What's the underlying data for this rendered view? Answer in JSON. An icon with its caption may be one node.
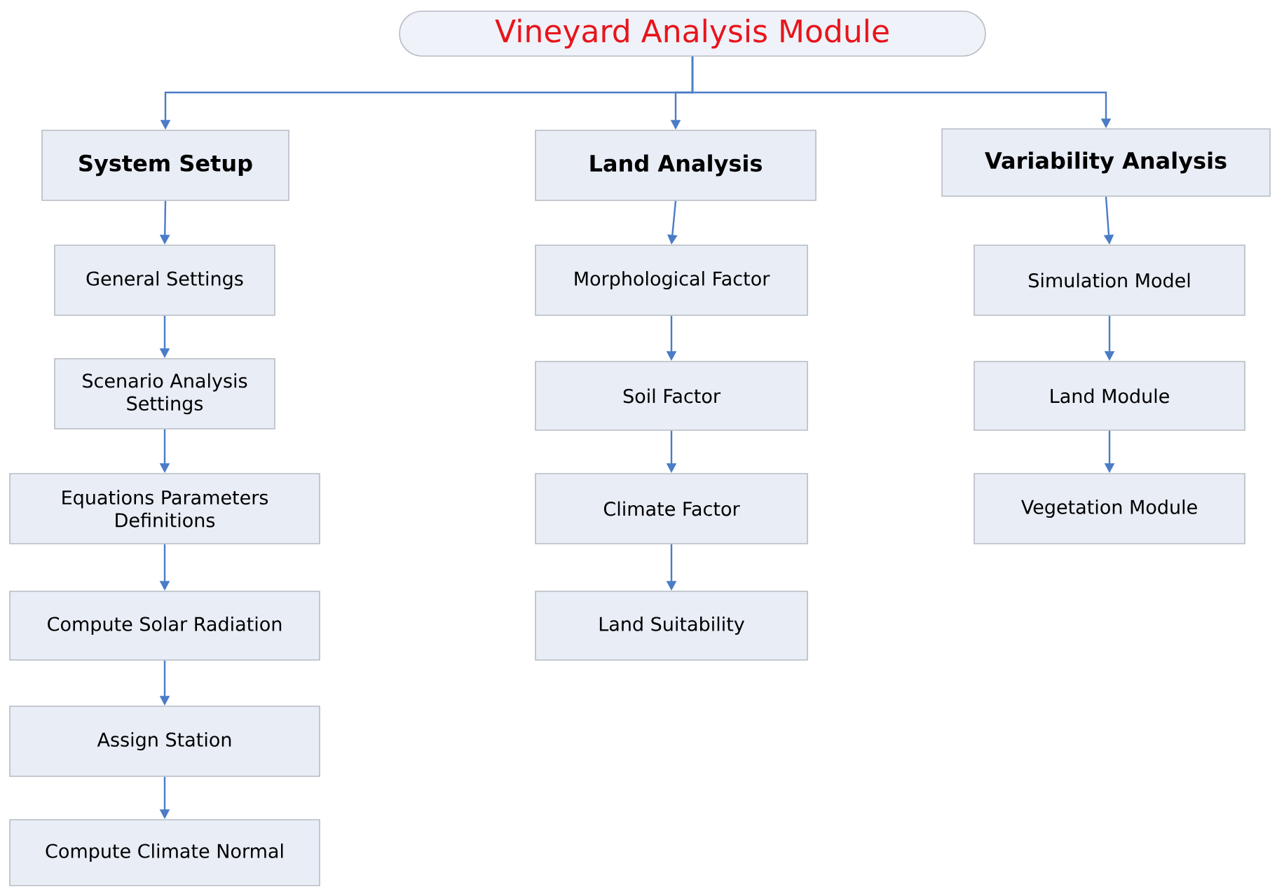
{
  "diagram": {
    "title": "Vineyard Analysis Module",
    "nodes": [
      {
        "text": [
          "System Setup"
        ]
      },
      {
        "text": [
          "Land Analysis"
        ]
      },
      {
        "text": [
          "Variability Analysis"
        ]
      },
      {
        "text": [
          "General Settings"
        ]
      },
      {
        "text": [
          "Scenario Analysis Settings"
        ]
      },
      {
        "text": [
          "Equations Parameters Definitions"
        ]
      },
      {
        "text": [
          "Compute Solar Radiation"
        ]
      },
      {
        "text": [
          "Assign Station"
        ]
      },
      {
        "text": [
          "Compute Climate Normal"
        ]
      },
      {
        "text": [
          "Morphological Factor"
        ]
      },
      {
        "text": [
          "Soil Factor"
        ]
      },
      {
        "text": [
          "Climate Factor"
        ]
      },
      {
        "text": [
          "Land Suitability"
        ]
      },
      {
        "text": [
          "Simulation Model"
        ]
      },
      {
        "text": [
          "Land Module"
        ]
      },
      {
        "text": [
          "Vegetation Module"
        ]
      }
    ],
    "edges": [
      {
        "from": null,
        "to": 0,
        "arrow": "to"
      },
      {
        "from": null,
        "to": 1,
        "arrow": "to"
      },
      {
        "from": null,
        "to": 2,
        "arrow": "to"
      },
      {
        "from": 0,
        "to": 3,
        "arrow": "to"
      },
      {
        "from": 3,
        "to": 4,
        "arrow": "to"
      },
      {
        "from": 4,
        "to": 5,
        "arrow": "to"
      },
      {
        "from": 5,
        "to": 6,
        "arrow": "to"
      },
      {
        "from": 6,
        "to": 7,
        "arrow": "to"
      },
      {
        "from": 7,
        "to": 8,
        "arrow": "to"
      },
      {
        "from": 1,
        "to": 9,
        "arrow": "to"
      },
      {
        "from": 9,
        "to": 10,
        "arrow": "to"
      },
      {
        "from": 10,
        "to": 11,
        "arrow": "to"
      },
      {
        "from": 11,
        "to": 12,
        "arrow": "to"
      },
      {
        "from": 2,
        "to": 13,
        "arrow": "to"
      },
      {
        "from": 13,
        "to": 14,
        "arrow": "to"
      },
      {
        "from": 14,
        "to": 15,
        "arrow": "to"
      }
    ]
  }
}
